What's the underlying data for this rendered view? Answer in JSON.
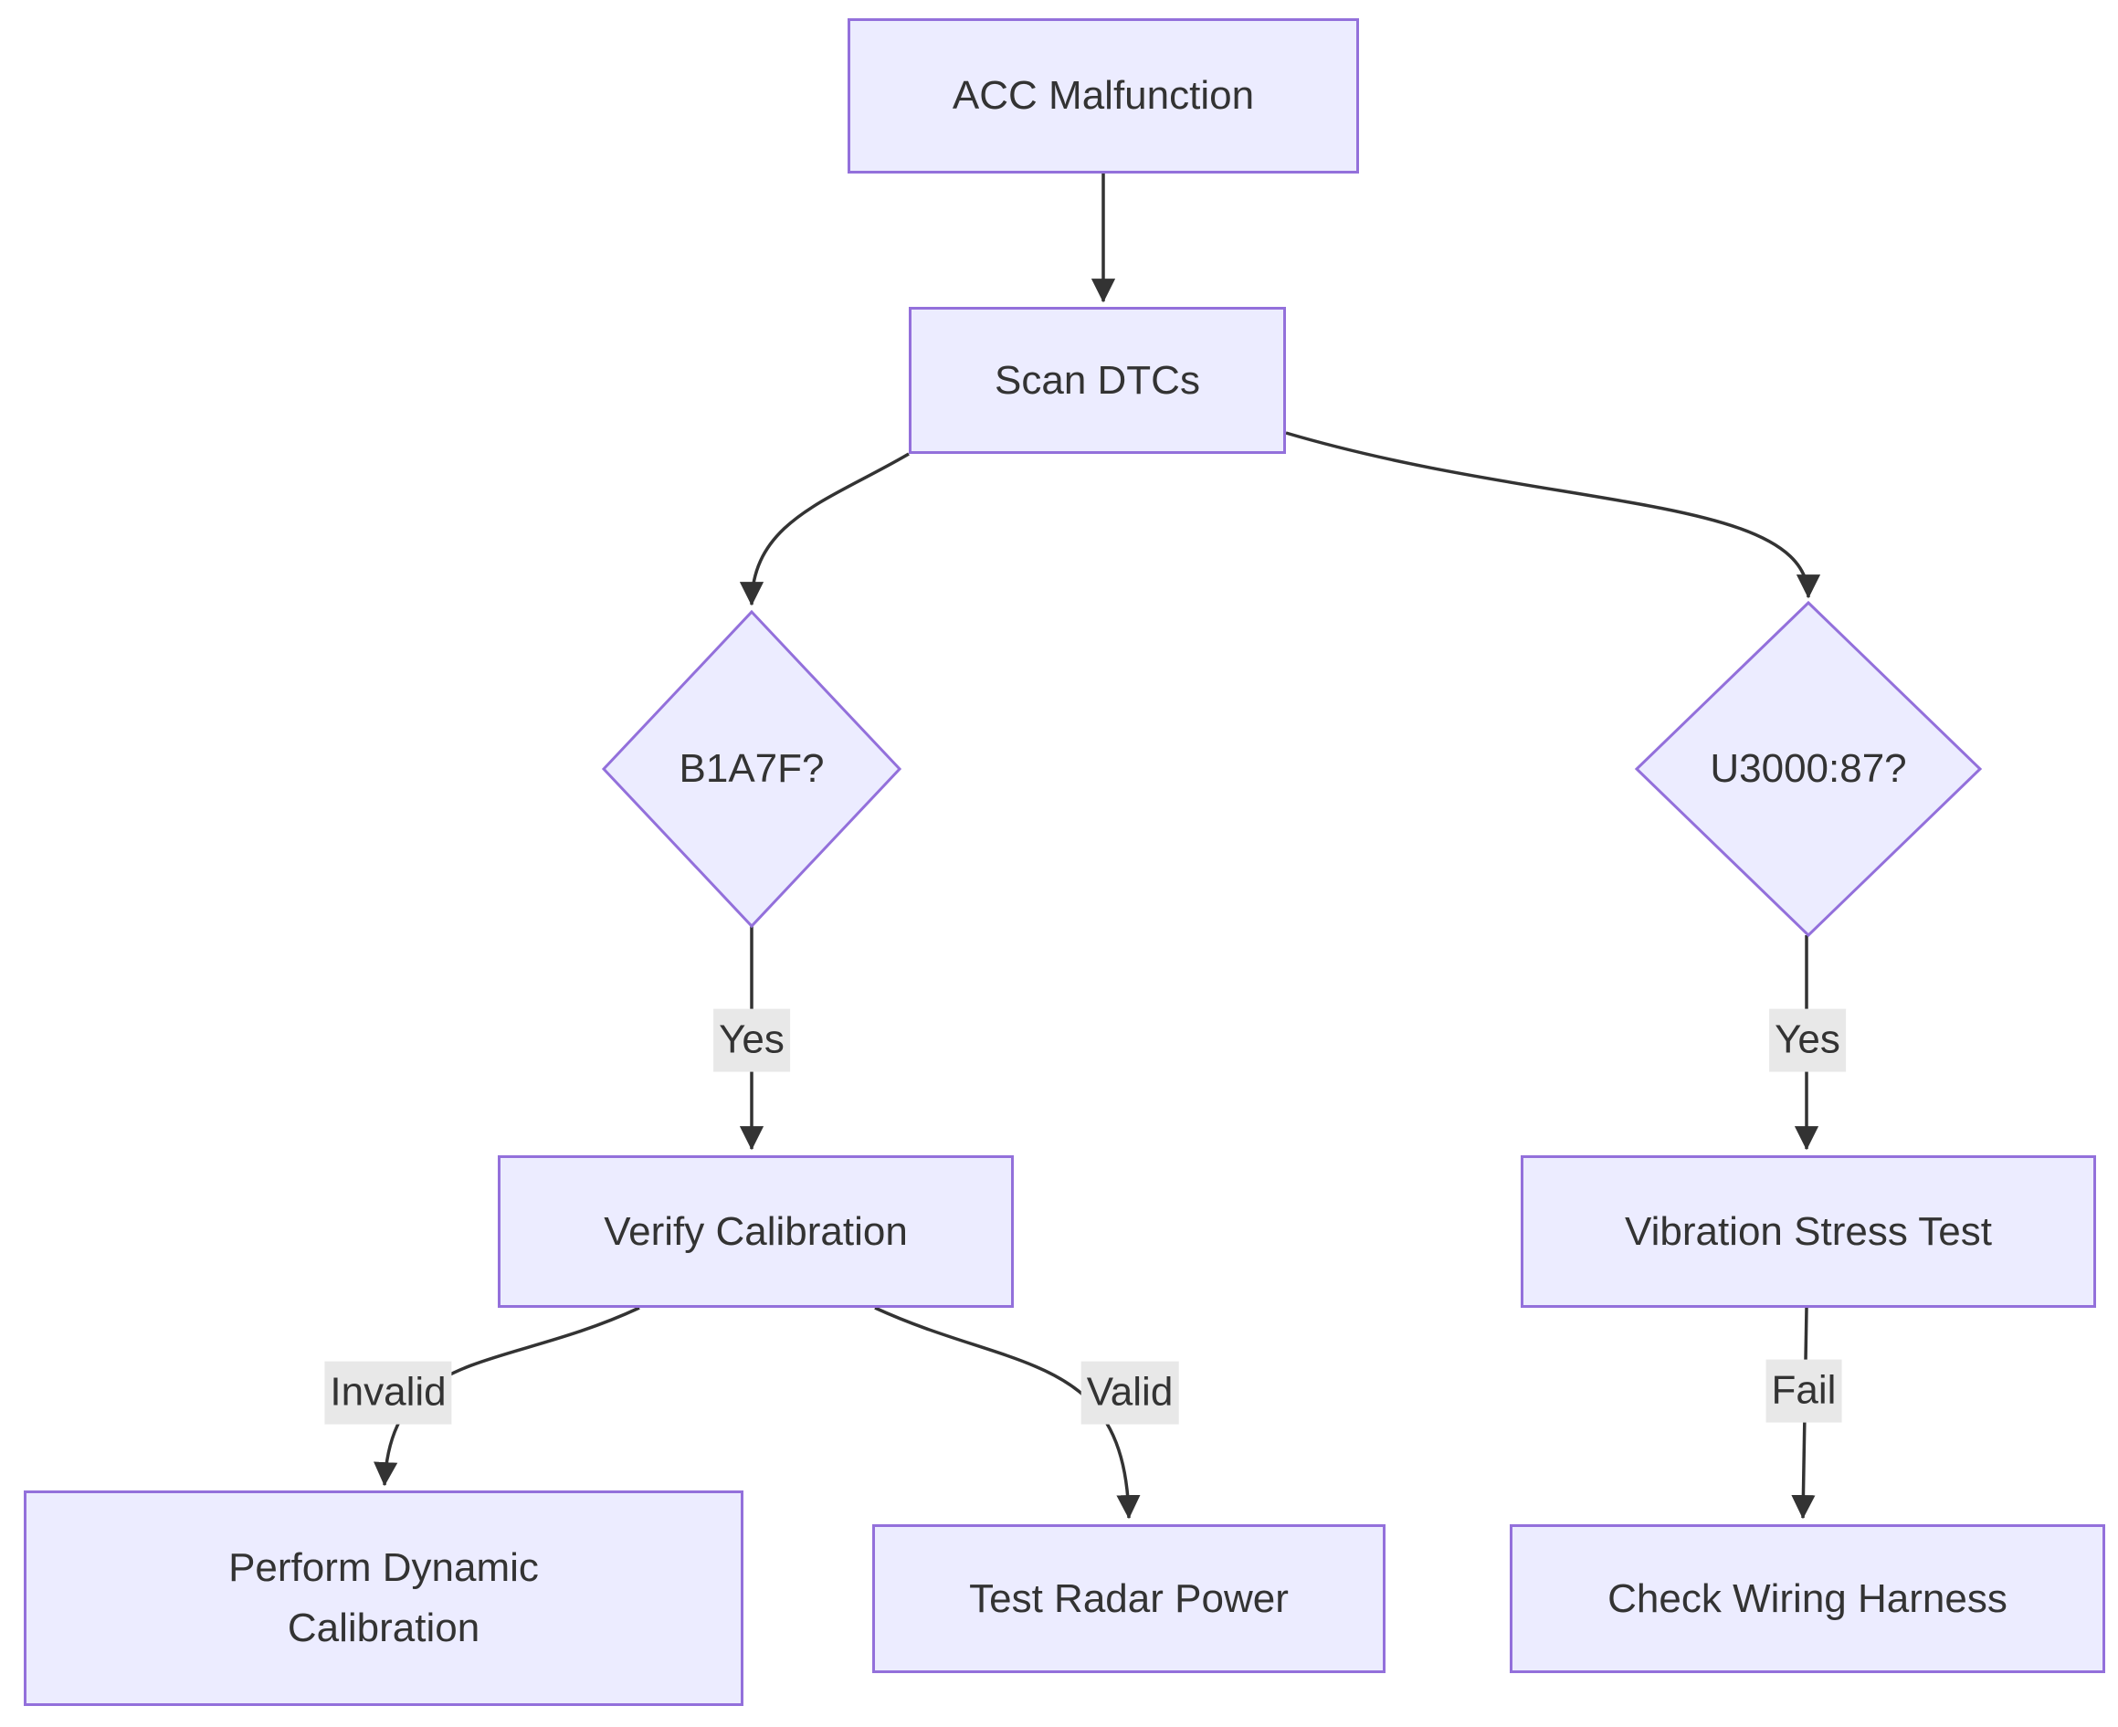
{
  "diagram": {
    "type": "flowchart",
    "direction": "top-down",
    "nodes": {
      "acc": {
        "label": "ACC Malfunction",
        "shape": "rect"
      },
      "scan": {
        "label": "Scan DTCs",
        "shape": "rect"
      },
      "b1a7f": {
        "label": "B1A7F?",
        "shape": "diamond"
      },
      "u3000": {
        "label": "U3000:87?",
        "shape": "diamond"
      },
      "verify": {
        "label": "Verify Calibration",
        "shape": "rect"
      },
      "vibration": {
        "label": "Vibration Stress Test",
        "shape": "rect"
      },
      "perform": {
        "label": "Perform Dynamic Calibration",
        "shape": "rect"
      },
      "testradar": {
        "label": "Test Radar Power",
        "shape": "rect"
      },
      "checkwiring": {
        "label": "Check Wiring Harness",
        "shape": "rect"
      }
    },
    "edges": [
      {
        "from": "acc",
        "to": "scan",
        "label": ""
      },
      {
        "from": "scan",
        "to": "b1a7f",
        "label": ""
      },
      {
        "from": "scan",
        "to": "u3000",
        "label": ""
      },
      {
        "from": "b1a7f",
        "to": "verify",
        "label": "Yes"
      },
      {
        "from": "u3000",
        "to": "vibration",
        "label": "Yes"
      },
      {
        "from": "verify",
        "to": "perform",
        "label": "Invalid"
      },
      {
        "from": "verify",
        "to": "testradar",
        "label": "Valid"
      },
      {
        "from": "vibration",
        "to": "checkwiring",
        "label": "Fail"
      }
    ],
    "colors": {
      "node_fill": "#ECECFF",
      "node_border": "#9370DB",
      "edge": "#333333",
      "edge_label_bg": "#e8e8e8",
      "text": "#333333",
      "background": "#ffffff"
    }
  }
}
